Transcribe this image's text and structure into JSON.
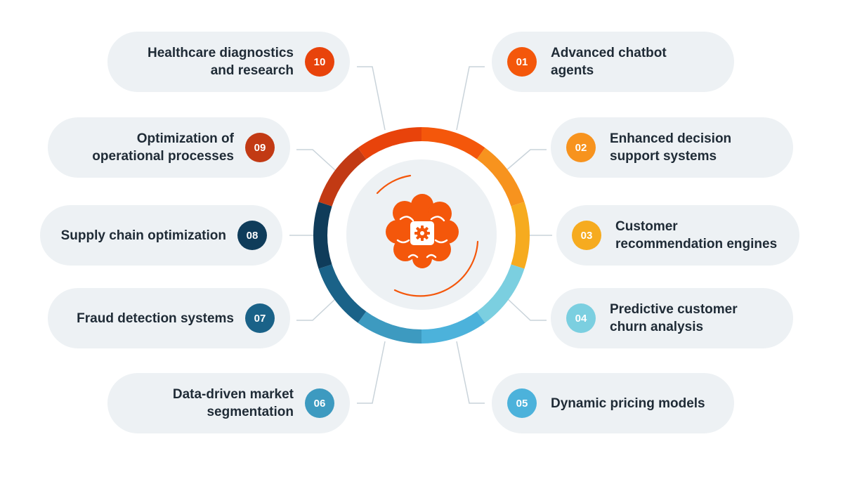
{
  "items": [
    {
      "num": "01",
      "label": "Advanced chatbot\nagents",
      "color": "#f4570b"
    },
    {
      "num": "02",
      "label": "Enhanced decision\nsupport systems",
      "color": "#f7931e"
    },
    {
      "num": "03",
      "label": "Customer\nrecommendation engines",
      "color": "#f6ab1f"
    },
    {
      "num": "04",
      "label": "Predictive customer\nchurn analysis",
      "color": "#7bcfe0"
    },
    {
      "num": "05",
      "label": "Dynamic pricing models",
      "color": "#4cb2db"
    },
    {
      "num": "06",
      "label": "Data-driven market\nsegmentation",
      "color": "#3d9ac0"
    },
    {
      "num": "07",
      "label": "Fraud detection systems",
      "color": "#1a6288"
    },
    {
      "num": "08",
      "label": "Supply chain optimization",
      "color": "#0f3c5a"
    },
    {
      "num": "09",
      "label": "Optimization of\noperational processes",
      "color": "#c23a14"
    },
    {
      "num": "10",
      "label": "Healthcare diagnostics\nand research",
      "color": "#e8430b"
    }
  ],
  "center_icon": "brain-gear-icon",
  "accent_color": "#f4570b"
}
